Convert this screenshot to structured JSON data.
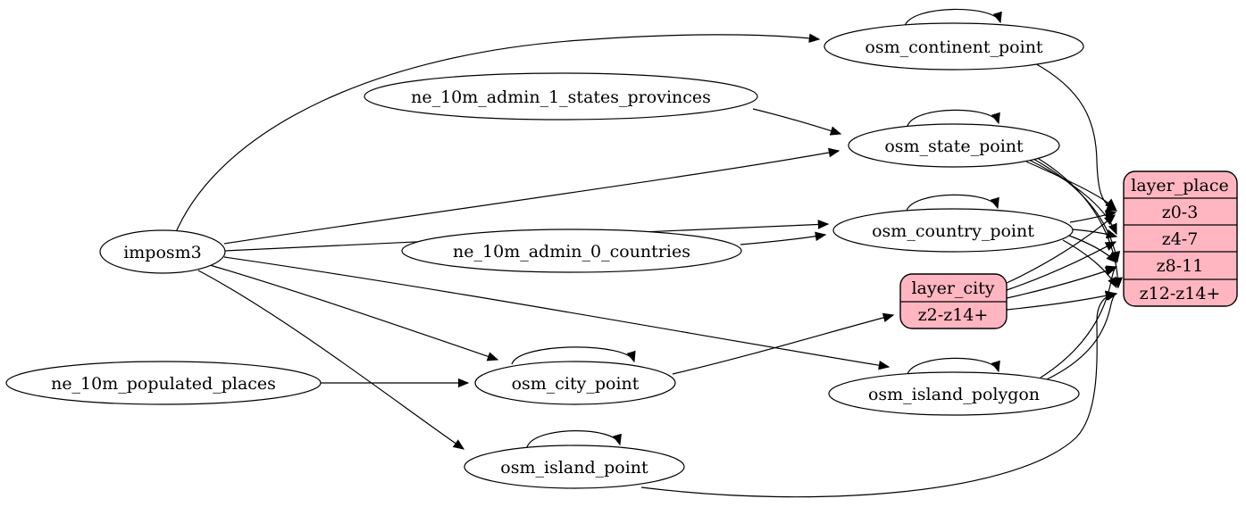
{
  "diagram": {
    "type": "graphviz-dataflow",
    "colors": {
      "background": "#ffffff",
      "node_fill": "#ffffff",
      "record_fill": "#ffb6c1",
      "stroke": "#000000",
      "text": "#000000"
    },
    "nodes": {
      "imposm3": "imposm3",
      "ne_10m_admin_1_states_provinces": "ne_10m_admin_1_states_provinces",
      "ne_10m_admin_0_countries": "ne_10m_admin_0_countries",
      "ne_10m_populated_places": "ne_10m_populated_places",
      "osm_continent_point": "osm_continent_point",
      "osm_state_point": "osm_state_point",
      "osm_country_point": "osm_country_point",
      "osm_city_point": "osm_city_point",
      "osm_island_polygon": "osm_island_polygon",
      "osm_island_point": "osm_island_point"
    },
    "records": {
      "layer_city": {
        "title": "layer_city",
        "rows": [
          "z2-z14+"
        ]
      },
      "layer_place": {
        "title": "layer_place",
        "rows": [
          "z0-3",
          "z4-7",
          "z8-11",
          "z12-z14+"
        ]
      }
    },
    "edges": [
      {
        "from": "imposm3",
        "to": "osm_continent_point"
      },
      {
        "from": "imposm3",
        "to": "osm_state_point"
      },
      {
        "from": "imposm3",
        "to": "osm_country_point"
      },
      {
        "from": "imposm3",
        "to": "osm_city_point"
      },
      {
        "from": "imposm3",
        "to": "osm_island_polygon"
      },
      {
        "from": "imposm3",
        "to": "osm_island_point"
      },
      {
        "from": "ne_10m_admin_1_states_provinces",
        "to": "osm_state_point"
      },
      {
        "from": "ne_10m_admin_0_countries",
        "to": "osm_country_point"
      },
      {
        "from": "ne_10m_populated_places",
        "to": "osm_city_point"
      },
      {
        "from": "osm_continent_point",
        "to": "osm_continent_point"
      },
      {
        "from": "osm_state_point",
        "to": "osm_state_point"
      },
      {
        "from": "osm_country_point",
        "to": "osm_country_point"
      },
      {
        "from": "osm_city_point",
        "to": "osm_city_point"
      },
      {
        "from": "osm_island_polygon",
        "to": "osm_island_polygon"
      },
      {
        "from": "osm_island_point",
        "to": "osm_island_point"
      },
      {
        "from": "osm_city_point",
        "to": "layer_city:z2-z14+"
      },
      {
        "from": "osm_continent_point",
        "to": "layer_place:z0-3"
      },
      {
        "from": "osm_state_point",
        "to": "layer_place:z0-3"
      },
      {
        "from": "osm_state_point",
        "to": "layer_place:z4-7"
      },
      {
        "from": "osm_state_point",
        "to": "layer_place:z8-11"
      },
      {
        "from": "osm_state_point",
        "to": "layer_place:z12-z14+"
      },
      {
        "from": "osm_country_point",
        "to": "layer_place:z0-3"
      },
      {
        "from": "osm_country_point",
        "to": "layer_place:z4-7"
      },
      {
        "from": "osm_country_point",
        "to": "layer_place:z8-11"
      },
      {
        "from": "osm_country_point",
        "to": "layer_place:z12-z14+"
      },
      {
        "from": "layer_city",
        "to": "layer_place:z0-3"
      },
      {
        "from": "layer_city",
        "to": "layer_place:z4-7"
      },
      {
        "from": "layer_city",
        "to": "layer_place:z8-11"
      },
      {
        "from": "layer_city",
        "to": "layer_place:z12-z14+"
      },
      {
        "from": "osm_island_polygon",
        "to": "layer_place:z8-11"
      },
      {
        "from": "osm_island_polygon",
        "to": "layer_place:z12-z14+"
      },
      {
        "from": "osm_island_point",
        "to": "layer_place:z12-z14+"
      }
    ]
  }
}
